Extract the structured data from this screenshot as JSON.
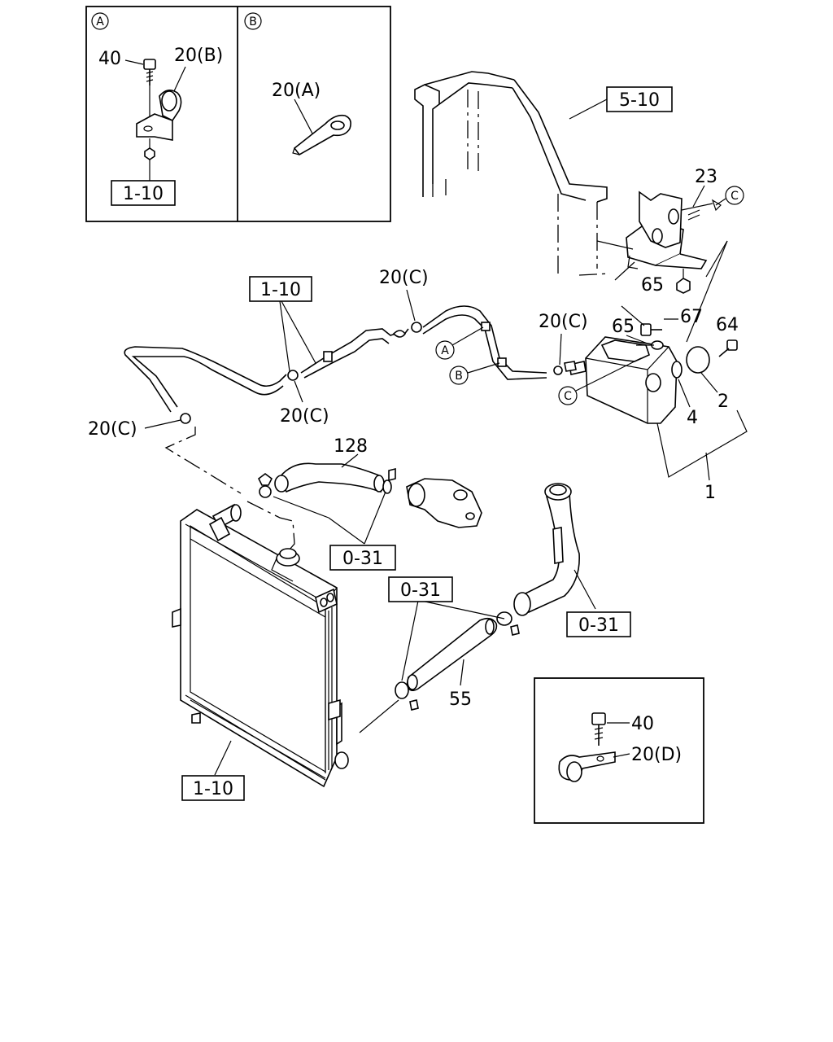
{
  "inset_a": {
    "badge": "A",
    "labels": {
      "bolt": "40",
      "clamp": "20(B)",
      "ref": "1-10"
    }
  },
  "inset_b": {
    "badge": "B",
    "labels": {
      "clamp": "20(A)"
    }
  },
  "inset_d": {
    "labels": {
      "bolt": "40",
      "clamp": "20(D)"
    }
  },
  "references": {
    "frame": "5-10",
    "hose_assy": "1-10",
    "thermostat": "0-31",
    "lower_hose": "0-31",
    "pipe": "0-31",
    "radiator": "1-10"
  },
  "callouts": {
    "p23": "23",
    "p65_top": "65",
    "p67": "67",
    "p64": "64",
    "p65_tank": "65",
    "p2": "2",
    "p4": "4",
    "p1": "1",
    "p20c_top": "20(C)",
    "p20c_mid": "20(C)",
    "p20c_bottom": "20(C)",
    "p20c_left": "20(C)",
    "p128": "128",
    "p55": "55"
  },
  "markers": {
    "c_bracket": "C",
    "c_tank": "C",
    "a_hose": "A",
    "b_hose": "B"
  }
}
